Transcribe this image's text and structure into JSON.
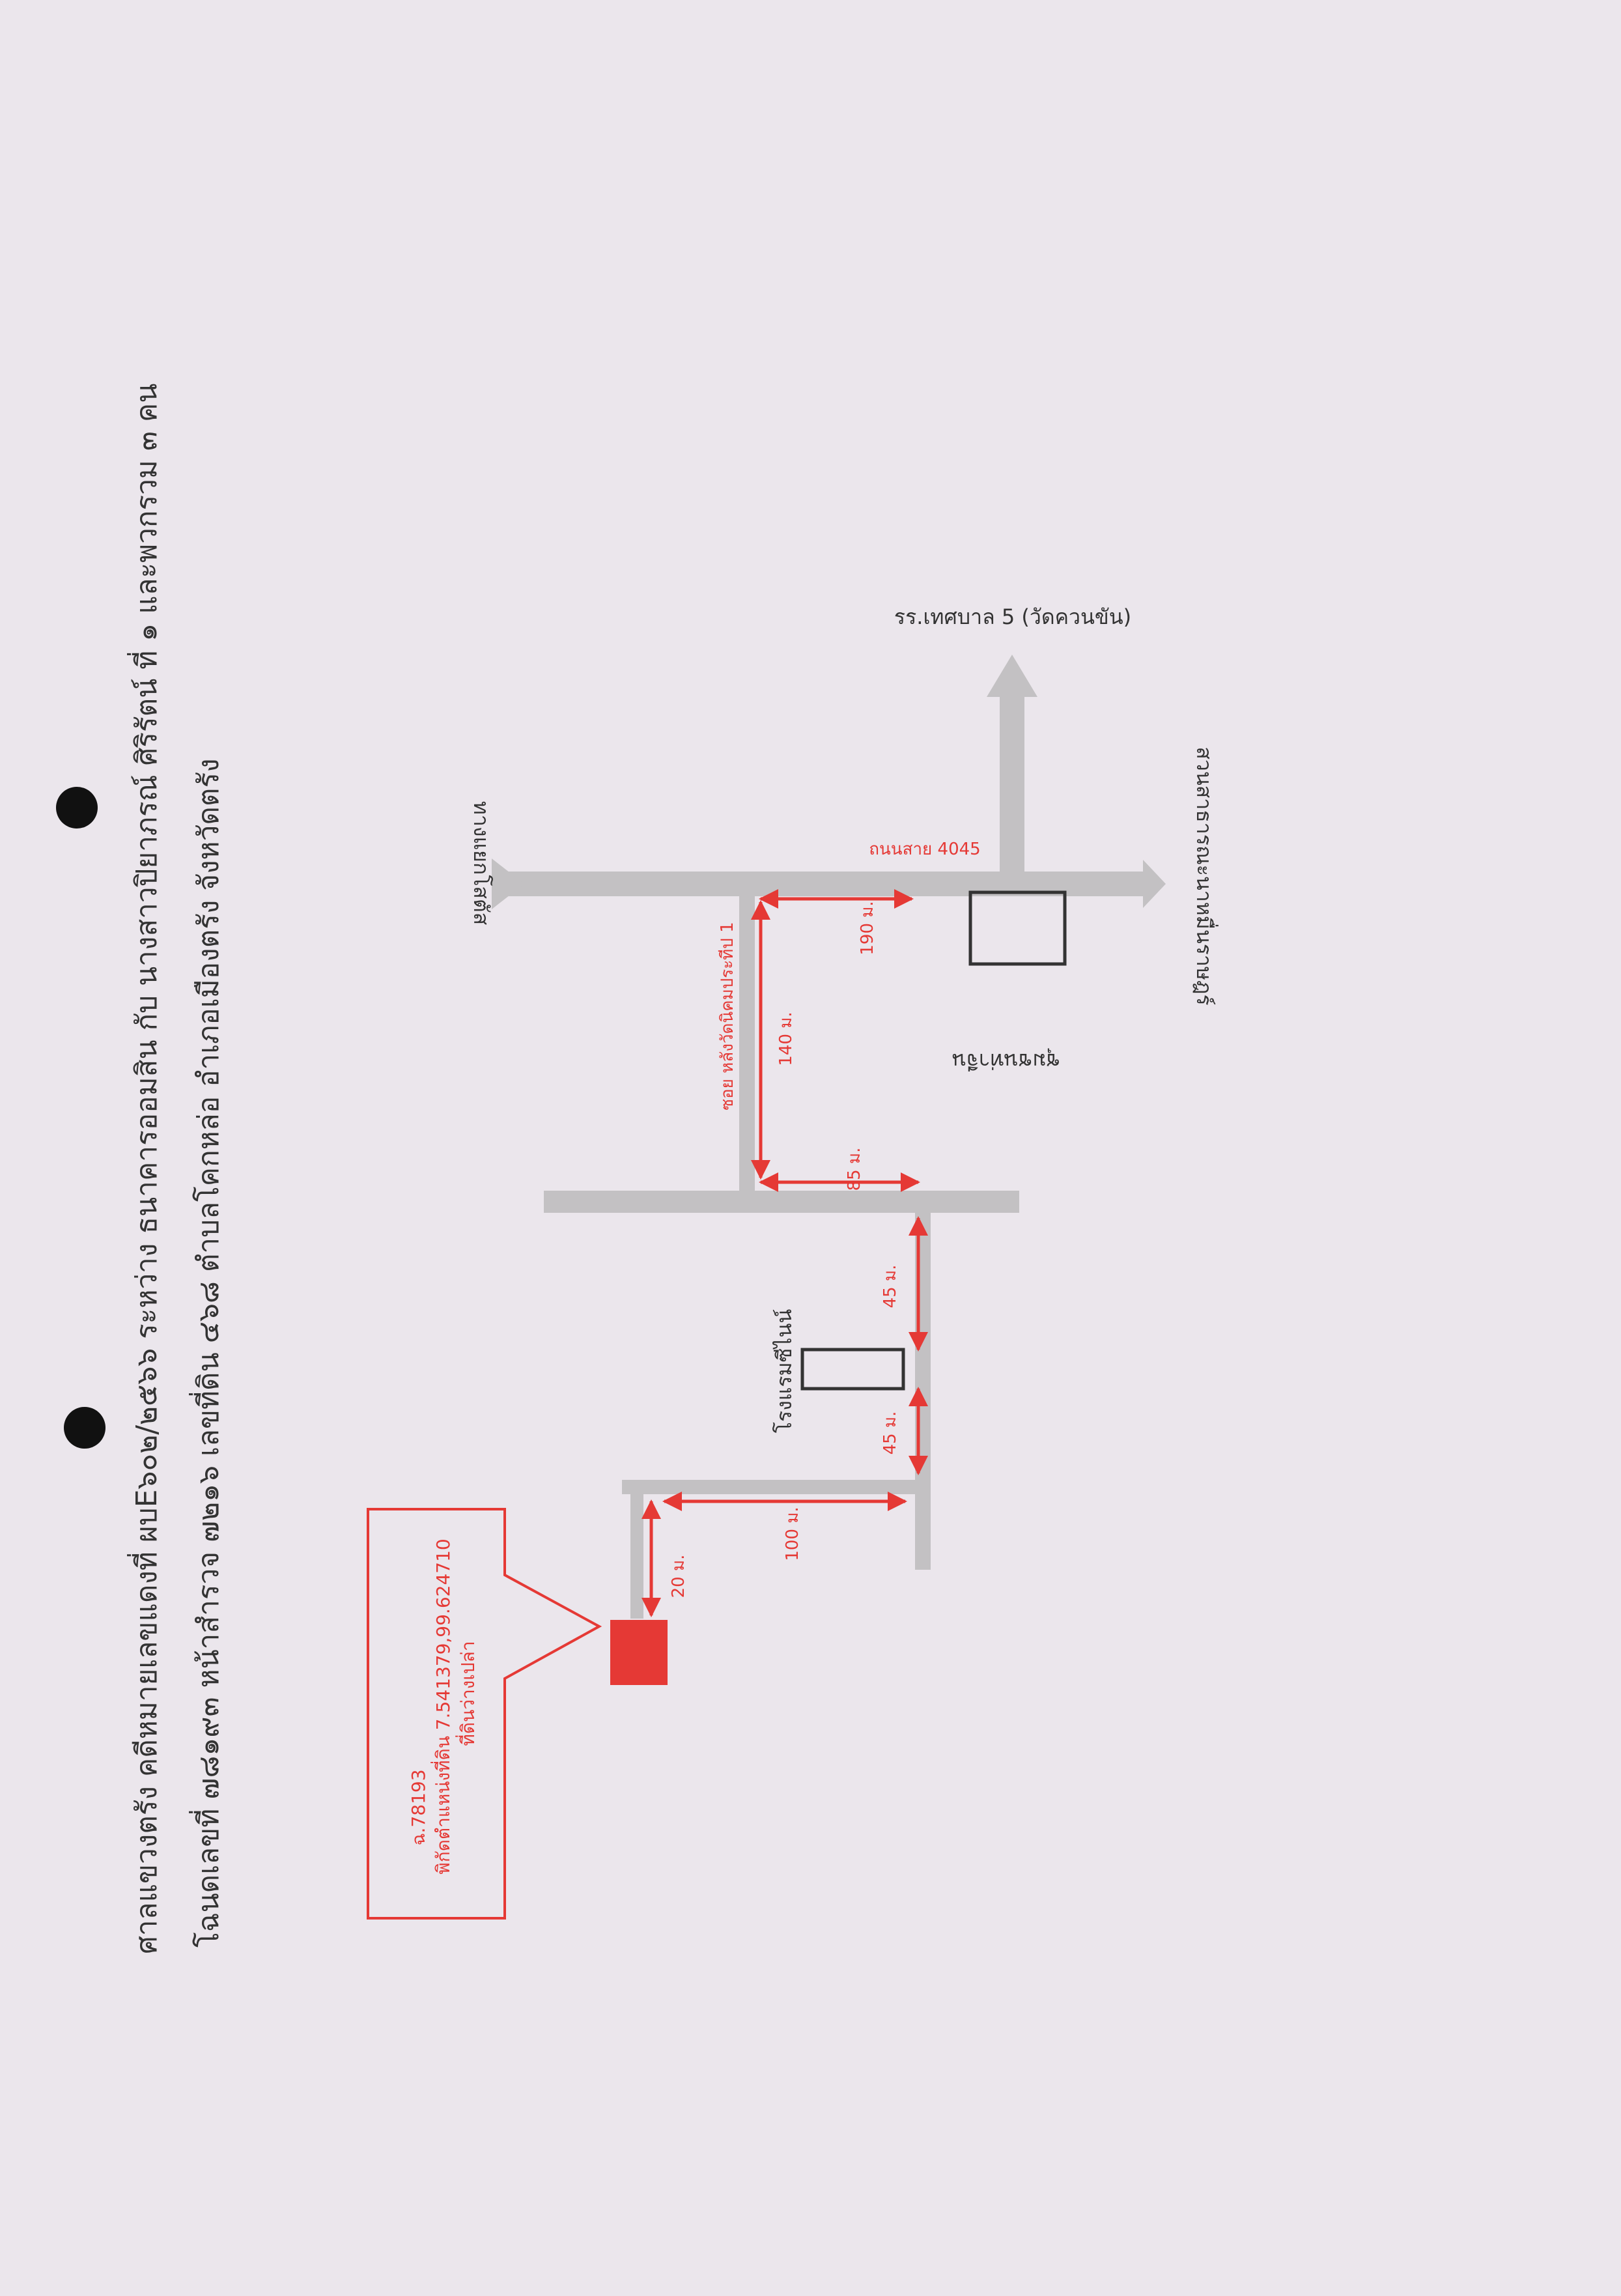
{
  "header": {
    "line1": "ศาลแขวงตรัง คดีหมายเลขแดงที่ ผบE๖๐๒/๒๕๖๖ ระหว่าง ธนาคารออมสิน กับ นางสาวปิยาภรณ์ ศิริรัตน์ ที่ ๑ และพวกรวม ๓ คน",
    "line2": "โฉนดเลขที่ ๗๘๑๙๓ หน้าสำรวจ ๗๒๑๖ เลขที่ดิน ๔๖๘ ตำบลโคกหล่อ อำเภอเมืองตรัง จังหวัดตรัง"
  },
  "callout": {
    "deed": "ฉ.78193",
    "coords": "พิกัดตำแหน่งที่ดิน 7.541379,99.624710",
    "status": "ที่ดินว่างเปล่า"
  },
  "places": {
    "school": "รร.เทศบาล 5 (วัดควนขัน)",
    "park": "สวนสาธารณะนาหมื่นราษฎร์",
    "junction": "ทางแยกโสตัส",
    "community": "ชุมชนท่าจีน",
    "hotel": "โรงแรมซีไนน์"
  },
  "roads": {
    "main": "ถนนสาย 4045",
    "soi": "ซอย หลังวัดนิคมประทีป 1"
  },
  "distances": {
    "d190": "190 ม.",
    "d140": "140 ม.",
    "d85": "85 ม.",
    "d45a": "45 ม.",
    "d45b": "45 ม.",
    "d100": "100 ม.",
    "d20": "20 ม."
  },
  "colors": {
    "road": "#c3c1c3",
    "accent": "#e53935",
    "ink": "#333333"
  }
}
